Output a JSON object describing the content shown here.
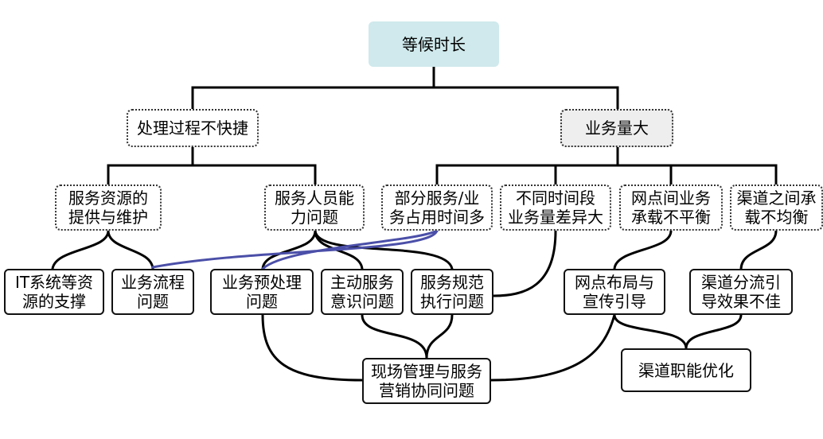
{
  "root": "等候时长",
  "level1": {
    "left": "处理过程不快捷",
    "right": "业务量大"
  },
  "level2": {
    "service_resources": "服务资源的\n提供与维护",
    "service_staff": "服务人员能\n力问题",
    "business_occupancy": "部分服务/业\n务占用时间多",
    "time_variance": "不同时间段\n业务量差异大",
    "branch_imbalance": "网点间业务\n承载不平衡",
    "channel_imbalance": "渠道之间承\n载不均衡"
  },
  "level3": {
    "it_support": "IT系统等资\n源的支撑",
    "business_flow": "业务流程\n问题",
    "preprocessing": "业务预处理\n问题",
    "proactive_service": "主动服务\n意识问题",
    "service_norms": "服务规范\n执行问题",
    "branch_layout": "网点布局与\n宣传引导",
    "channel_diversion": "渠道分流引\n导效果不佳"
  },
  "level4": {
    "site_management": "现场管理与服务\n营销协同问题",
    "channel_optimization": "渠道职能优化"
  },
  "colors": {
    "root_fill": "#cfe9ec",
    "gray_fill": "#eeeeee",
    "line": "#000000",
    "cross_link": "#4b4fa8"
  }
}
